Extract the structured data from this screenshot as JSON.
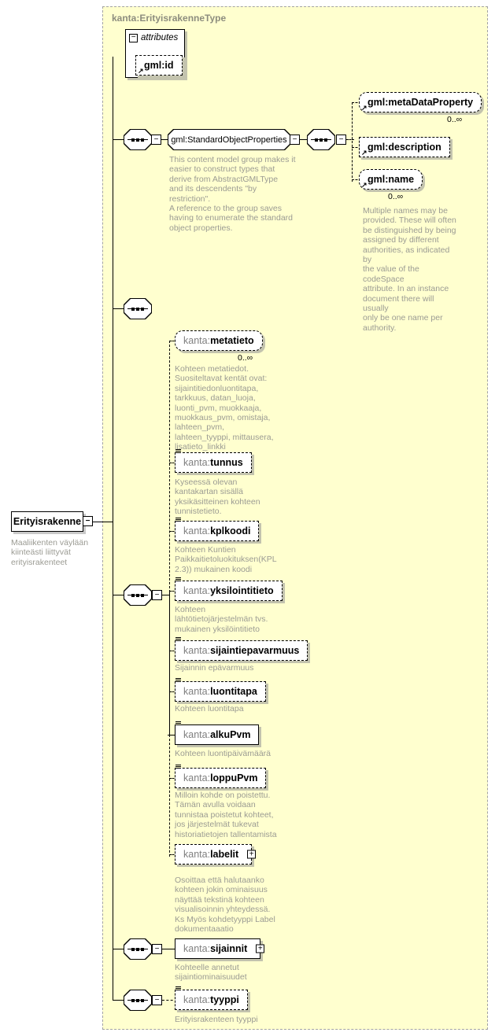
{
  "icons": {
    "collapse": "−",
    "expand": "+",
    "reference": "↗"
  },
  "colors": {
    "diagram_bg": "#ffffcf",
    "box_bg": "#ffffff",
    "border": "#000000",
    "muted_text": "#9b9b93",
    "prefix_text": "#7f7f7f",
    "title_text": "#8d8d7e",
    "shadow": "#c3c3ae"
  },
  "diagram": {
    "title": "kanta:ErityisrakenneType",
    "attributes": {
      "label": "attributes",
      "items": [
        {
          "name": "gml:id"
        }
      ]
    },
    "root": {
      "name": "Erityisrakenne",
      "annotation": "Maaliikenten väylään\nkiinteästi liittyvät\nerityisrakenteet"
    },
    "group": {
      "name": "gml:StandardObjectProperties",
      "annotation": "This content model group makes it\neasier to construct types that\n    derive from AbstractGMLType\nand its descendents \"by restriction\".\n    A reference to the group saves\nhaving to enumerate the standard\nobject properties."
    },
    "gml_children": [
      {
        "name": "gml:metaDataProperty",
        "occurs": "0..∞"
      },
      {
        "name": "gml:description"
      },
      {
        "name": "gml:name",
        "occurs": "0..∞",
        "annotation": "Multiple names may be\nprovided.  These will often\nbe distinguished by being\nassigned by different\nauthorities, as indicated by\nthe value of the codeSpace\nattribute.  In an instance\ndocument there will usually\nonly be one name per\nauthority."
      }
    ],
    "kanta_children": [
      {
        "prefix": "kanta:",
        "name": "metatieto",
        "occurs": "0..∞",
        "annotation": "Kohteen metatiedot.\nSuositeltavat kentät ovat:\nsijaintitiedonluontitapa,\ntarkkuus, datan_luoja,\nluonti_pvm, muokkaaja,\nmuokkaus_pvm, omistaja,\nlahteen_pvm,\nlahteen_tyyppi, mittausera,\nlisatieto_linkki"
      },
      {
        "prefix": "kanta:",
        "name": "tunnus",
        "annotation": "Kyseessä olevan\nkantakartan sisällä\nyksikäsitteinen kohteen\ntunnistetieto."
      },
      {
        "prefix": "kanta:",
        "name": "kplkoodi",
        "annotation": "Kohteen Kuntien\nPaikkaitietoluokituksen(KPL\n2.3)) mukainen koodi"
      },
      {
        "prefix": "kanta:",
        "name": "yksilointitieto",
        "annotation": "Kohteen\nlähtötietojärjestelmän  tvs.\nmukainen yksilöintitieto"
      },
      {
        "prefix": "kanta:",
        "name": "sijaintiepavarmuus",
        "annotation": "Sijainnin epävarmuus"
      },
      {
        "prefix": "kanta:",
        "name": "luontitapa",
        "annotation": "Kohteen luontitapa"
      },
      {
        "prefix": "kanta:",
        "name": "alkuPvm",
        "annotation": "Kohteen luontipäivämäärä"
      },
      {
        "prefix": "kanta:",
        "name": "loppuPvm",
        "annotation": "Milloin kohde on poistettu.\nTämän avulla voidaan\ntunnistaa poistetut kohteet,\njos järjestelmät tukevat\nhistoriatietojen tallentamista"
      },
      {
        "prefix": "kanta:",
        "name": "labelit",
        "annotation": "Osoittaa että halutaanko\nkohteen jokin ominaisuus\nnäyttää tekstinä kohteen\nvisualisoinnin yhteydessä.\n Ks Myös kohdetyyppi Label\ndokumentaaatio"
      },
      {
        "prefix": "kanta:",
        "name": "sijainnit",
        "annotation": "Kohteelle annetut\nsijaintiominaisuudet"
      },
      {
        "prefix": "kanta:",
        "name": "tyyppi",
        "annotation": "Erityisrakenteen tyyppi"
      }
    ]
  }
}
